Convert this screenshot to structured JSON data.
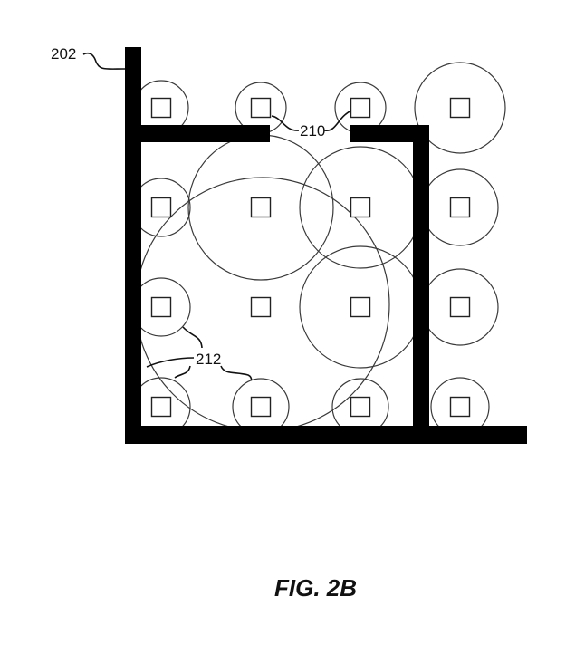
{
  "figure": {
    "caption": "FIG. 2B",
    "labels": {
      "wall": "202",
      "access_points": "210",
      "coverage": "212"
    },
    "grid": {
      "rows": 4,
      "cols": 4,
      "node_shape": "square"
    },
    "colors": {
      "wall": "#000000",
      "line": "#333333",
      "background": "#ffffff"
    }
  }
}
